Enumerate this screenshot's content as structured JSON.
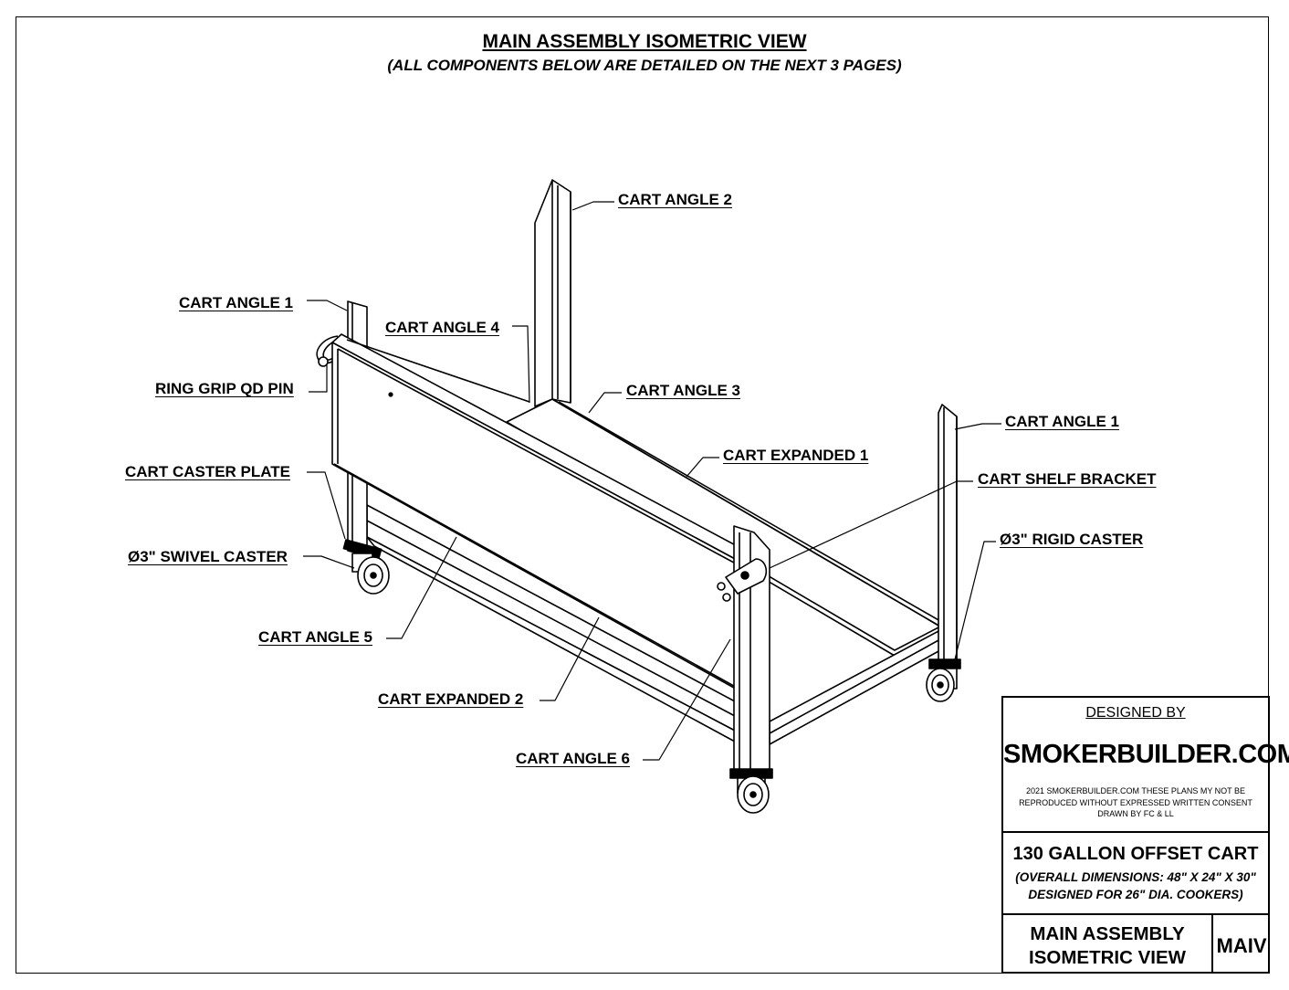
{
  "header": {
    "title": "MAIN ASSEMBLY ISOMETRIC VIEW",
    "subtitle": "(ALL COMPONENTS BELOW ARE DETAILED ON THE NEXT 3 PAGES)"
  },
  "callouts": [
    {
      "id": "cart-angle-2",
      "text": "CART ANGLE 2"
    },
    {
      "id": "cart-angle-1-left",
      "text": "CART ANGLE 1"
    },
    {
      "id": "cart-angle-4",
      "text": "CART ANGLE 4"
    },
    {
      "id": "ring-grip-qd-pin",
      "text": "RING GRIP QD PIN"
    },
    {
      "id": "cart-angle-3",
      "text": "CART ANGLE 3"
    },
    {
      "id": "cart-angle-1-right",
      "text": "CART ANGLE 1"
    },
    {
      "id": "cart-expanded-1",
      "text": "CART EXPANDED 1"
    },
    {
      "id": "cart-caster-plate",
      "text": "CART CASTER PLATE"
    },
    {
      "id": "cart-shelf-bracket",
      "text": "CART SHELF BRACKET"
    },
    {
      "id": "swivel-caster",
      "text": "Ø3\" SWIVEL CASTER"
    },
    {
      "id": "rigid-caster",
      "text": "Ø3\" RIGID CASTER"
    },
    {
      "id": "cart-angle-5",
      "text": "CART ANGLE 5"
    },
    {
      "id": "cart-expanded-2",
      "text": "CART EXPANDED 2"
    },
    {
      "id": "cart-angle-6",
      "text": "CART ANGLE 6"
    }
  ],
  "title_block": {
    "designed_by": "DESIGNED BY",
    "brand": "SMOKERBUILDER.COM",
    "legal_1": "2021 SMOKERBUILDER.COM THESE PLANS MY NOT BE",
    "legal_2": "REPRODUCED WITHOUT EXPRESSED WRITTEN CONSENT",
    "legal_3": "DRAWN BY FC & LL",
    "drawing_name": "130 GALLON OFFSET CART",
    "dims_1": "(OVERALL DIMENSIONS: 48\" X 24\" X 30\"",
    "dims_2": "DESIGNED FOR 26\" DIA. COOKERS)",
    "view_1": "MAIN ASSEMBLY",
    "view_2": "ISOMETRIC VIEW",
    "code": "MAIV"
  }
}
